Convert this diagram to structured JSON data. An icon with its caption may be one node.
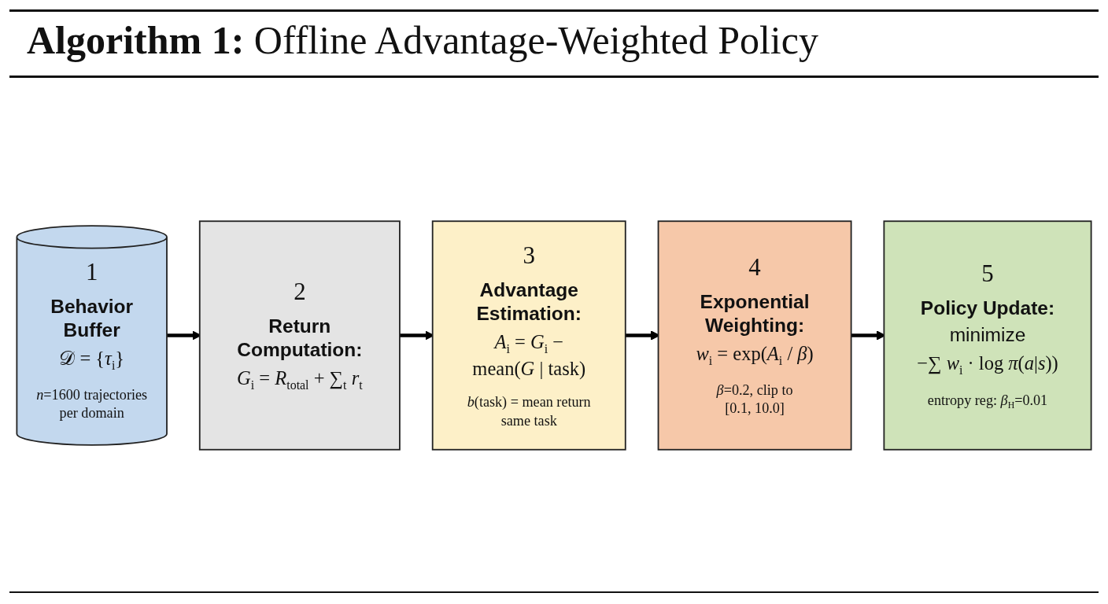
{
  "diagram": {
    "title": "**Algorithm 1:** Offline Advantage-Weighted Policy",
    "nodes": [
      {
        "text": [
          "1",
          "Behavior Buffer",
          "𝒟 = {*τ*$_{i}$}",
          "*n*=1600 trajectories per domain"
        ]
      },
      {
        "text": [
          "2",
          "Return Computation:",
          "*G*$_{i}$ = *R*$_{total}$ + ∑$_{t}$ *r*$_{t}$"
        ]
      },
      {
        "text": [
          "3",
          "Advantage Estimation:",
          "*A*$_{i}$ = *G*$_{i}$ − mean(*G* | task)",
          "*b*(task) = mean return same task"
        ]
      },
      {
        "text": [
          "4",
          "Exponential Weighting:",
          "*w*$_{i}$ = exp(*A*$_{i}$ / *β*)",
          "*β*=0.2, clip to [0.1, 10.0]"
        ]
      },
      {
        "text": [
          "5",
          "Policy Update:",
          "minimize",
          "−∑ *w*$_{i}$ · log *π*(*a*|*s*))",
          "entropy reg: *β*$_{H}$=0.01"
        ]
      }
    ],
    "edges": [
      {
        "from": 0,
        "to": 1,
        "arrow": "to"
      },
      {
        "from": 1,
        "to": 2,
        "arrow": "to"
      },
      {
        "from": 2,
        "to": 3,
        "arrow": "to"
      },
      {
        "from": 3,
        "to": 4,
        "arrow": "to"
      }
    ]
  }
}
